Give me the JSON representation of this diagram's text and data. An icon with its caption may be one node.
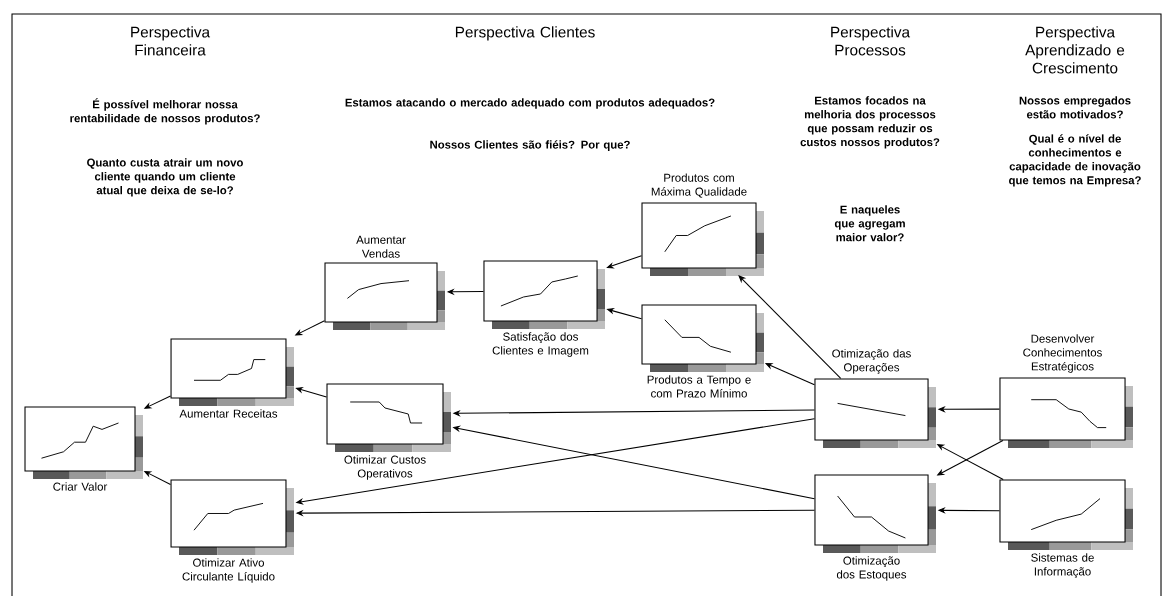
{
  "diagram": {
    "nodes": [
      {
        "text": [
          "Criar Valor"
        ]
      },
      {
        "text": [
          "Aumentar Receitas"
        ]
      },
      {
        "text": [
          "Otimizar Ativo Circulante Líquido"
        ]
      },
      {
        "text": [
          "Aumentar Vendas"
        ]
      },
      {
        "text": [
          "Otimizar Custos Operativos"
        ]
      },
      {
        "text": [
          "Satisfação dos Clientes e Imagem"
        ]
      },
      {
        "text": [
          "Produtos com Máxima Qualidade"
        ]
      },
      {
        "text": [
          "Produtos a Tempo e com Prazo Mínimo"
        ]
      },
      {
        "text": [
          "Otimização das Operações"
        ]
      },
      {
        "text": [
          "Otimização dos Estoques"
        ]
      },
      {
        "text": [
          "Desenvolver Conhecimentos Estratégicos"
        ]
      },
      {
        "text": [
          "Sistemas de Informação"
        ]
      }
    ],
    "edges": [
      {
        "from": 1,
        "to": 0,
        "arrow": "to"
      },
      {
        "from": 2,
        "to": 0,
        "arrow": "to"
      },
      {
        "from": 3,
        "to": 1,
        "arrow": "to"
      },
      {
        "from": 4,
        "to": 1,
        "arrow": "to"
      },
      {
        "from": 5,
        "to": 3,
        "arrow": "to"
      },
      {
        "from": 6,
        "to": 5,
        "arrow": "to"
      },
      {
        "from": 7,
        "to": 5,
        "arrow": "to"
      },
      {
        "from": 8,
        "to": 6,
        "arrow": "to"
      },
      {
        "from": 8,
        "to": 7,
        "arrow": "to"
      },
      {
        "from": 8,
        "to": 4,
        "arrow": "to"
      },
      {
        "from": 8,
        "to": 2,
        "arrow": "to"
      },
      {
        "from": 9,
        "to": 4,
        "arrow": "to"
      },
      {
        "from": 9,
        "to": 2,
        "arrow": "to"
      },
      {
        "from": 10,
        "to": 8,
        "arrow": "to"
      },
      {
        "from": 10,
        "to": 9,
        "arrow": "to"
      },
      {
        "from": 11,
        "to": 9,
        "arrow": "to"
      },
      {
        "from": 11,
        "to": 8,
        "arrow": "to"
      }
    ],
    "labels": [
      "Perspectiva Financeira",
      "Perspectiva Clientes",
      "Perspectiva Processos",
      "Perspectiva Aprendizado e Crescimento",
      "É possível melhorar nossa rentabilidade de nossos produtos?",
      "Quanto custa atrair um novo cliente quando um cliente atual que deixa de se-lo?",
      "Estamos atacando o mercado adequado com produtos adequados?",
      "Nossos Clientes são fiéis? Por que?",
      "Estamos focados na melhoria dos processos que possam reduzir os custos nossos produtos?",
      "E naqueles que agregam maior valor?",
      "Nossos empregados estão motivados?",
      "Qual é o nível de conhecimentos e capacidade de inovação que temos na Empresa?"
    ]
  }
}
